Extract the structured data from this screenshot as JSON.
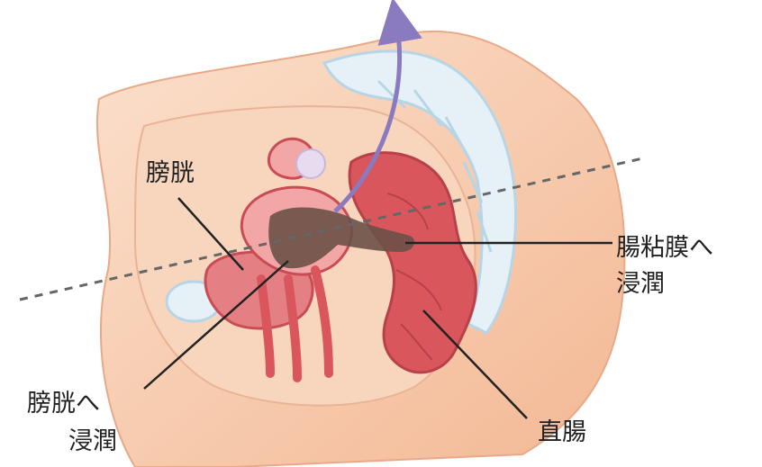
{
  "labels": {
    "bladder": "膀胱",
    "mucosa_invasion_line1": "腸粘膜へ",
    "mucosa_invasion_line2": "浸潤",
    "bladder_invasion_line1": "膀胱へ",
    "bladder_invasion_line2": "浸潤",
    "rectum": "直腸"
  },
  "colors": {
    "skin": "#f6c9a8",
    "organ_red": "#d9575c",
    "bladder_pink": "#e47f84",
    "bone": "#e6f1f7",
    "tumor": "#6b5147",
    "arrow": "#8a7bc0",
    "dashed_line": "#666666"
  }
}
